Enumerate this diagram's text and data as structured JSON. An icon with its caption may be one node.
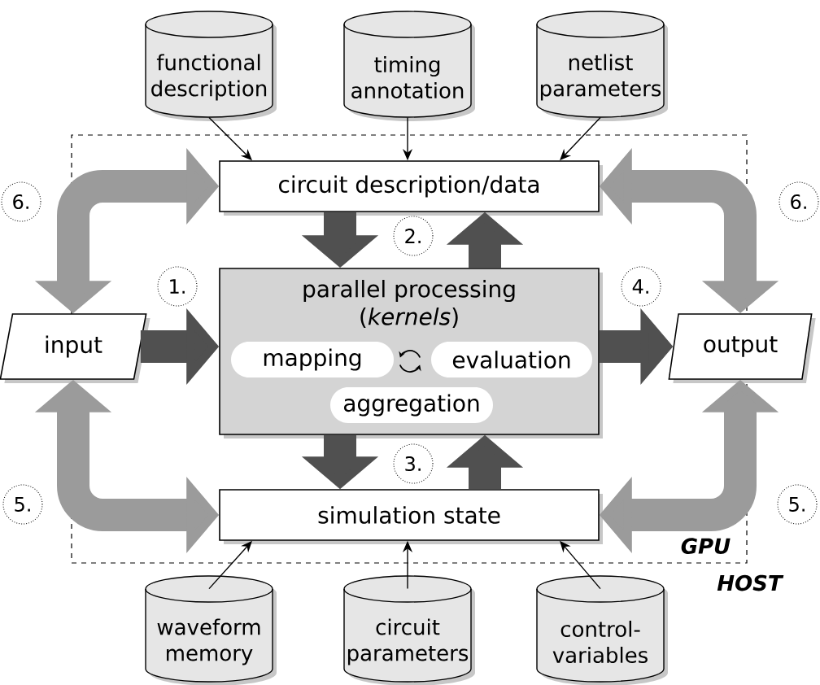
{
  "diagram": {
    "nodes": [
      {
        "text": [
          "functional description"
        ]
      },
      {
        "text": [
          "timing annotation"
        ]
      },
      {
        "text": [
          "netlist parameters"
        ]
      },
      {
        "text": [
          "GPU"
        ]
      },
      {
        "text": [
          "circuit description/data"
        ],
        "in": 3
      },
      {
        "text": [
          "input"
        ]
      },
      {
        "text": [
          "parallel processing (*kernels*)"
        ],
        "in": 3
      },
      {
        "text": [
          "mapping"
        ],
        "in": 6
      },
      {
        "text": [
          "evaluation"
        ],
        "in": 6
      },
      {
        "text": [
          "aggregation"
        ],
        "in": 6
      },
      {
        "text": [
          "output"
        ]
      },
      {
        "text": [
          "simulation state"
        ],
        "in": 3
      },
      {
        "text": [
          "waveform memory"
        ]
      },
      {
        "text": [
          "circuit parameters"
        ]
      },
      {
        "text": [
          "control-variables"
        ]
      }
    ],
    "edges": [
      {
        "from": 0,
        "to": 4,
        "arrow": "to"
      },
      {
        "from": 1,
        "to": 4,
        "arrow": "to"
      },
      {
        "from": 2,
        "to": 4,
        "arrow": "to"
      },
      {
        "from": 4,
        "to": 5,
        "arrow": "both",
        "color": "#9b9b9b"
      },
      {
        "from": 4,
        "to": 10,
        "arrow": "both",
        "color": "#9b9b9b"
      },
      {
        "from": 4,
        "to": 6,
        "arrow": "to",
        "color": "#505050"
      },
      {
        "from": 6,
        "to": 4,
        "arrow": "to",
        "color": "#505050"
      },
      {
        "from": 5,
        "to": 6,
        "arrow": "to",
        "color": "#505050"
      },
      {
        "from": 6,
        "to": 10,
        "arrow": "to",
        "color": "#505050"
      },
      {
        "from": 6,
        "to": 11,
        "arrow": "to",
        "color": "#505050"
      },
      {
        "from": 11,
        "to": 6,
        "arrow": "to",
        "color": "#505050"
      },
      {
        "from": 5,
        "to": 11,
        "arrow": "both",
        "color": "#9b9b9b"
      },
      {
        "from": 10,
        "to": 11,
        "arrow": "both",
        "color": "#9b9b9b"
      },
      {
        "from": 12,
        "to": 11,
        "arrow": "to"
      },
      {
        "from": 13,
        "to": 11,
        "arrow": "to"
      },
      {
        "from": 14,
        "to": 11,
        "arrow": "to"
      }
    ],
    "labels": [
      "6.",
      "6.",
      "2.",
      "1.",
      "4.",
      "3.",
      "5.",
      "5.",
      "HOST"
    ]
  }
}
